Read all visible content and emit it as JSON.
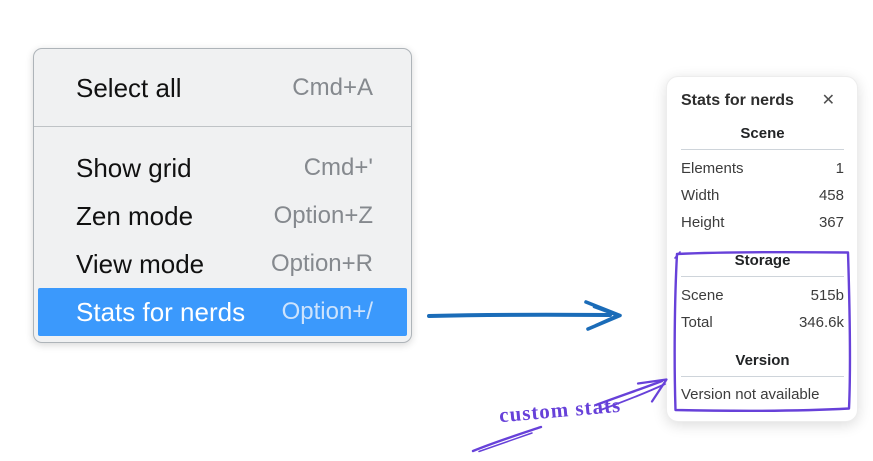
{
  "context_menu": {
    "sections": [
      {
        "items": [
          {
            "label": "Select all",
            "shortcut": "Cmd+A",
            "highlighted": false
          }
        ]
      },
      {
        "items": [
          {
            "label": "Show grid",
            "shortcut": "Cmd+'",
            "highlighted": false
          },
          {
            "label": "Zen mode",
            "shortcut": "Option+Z",
            "highlighted": false
          },
          {
            "label": "View mode",
            "shortcut": "Option+R",
            "highlighted": false
          },
          {
            "label": "Stats for nerds",
            "shortcut": "Option+/",
            "highlighted": true
          }
        ]
      }
    ]
  },
  "stats_panel": {
    "title": "Stats for nerds",
    "close_icon": "✕",
    "scene": {
      "heading": "Scene",
      "rows": [
        {
          "label": "Elements",
          "value": "1"
        },
        {
          "label": "Width",
          "value": "458"
        },
        {
          "label": "Height",
          "value": "367"
        }
      ]
    },
    "storage": {
      "heading": "Storage",
      "rows": [
        {
          "label": "Scene",
          "value": "515b"
        },
        {
          "label": "Total",
          "value": "346.6k"
        }
      ]
    },
    "version": {
      "heading": "Version",
      "note": "Version not available"
    }
  },
  "annotation": {
    "label": "custom stats"
  },
  "colors": {
    "menu_highlight": "#3b99fc",
    "blue_arrow": "#1b6cb8",
    "purple": "#6741d9"
  }
}
